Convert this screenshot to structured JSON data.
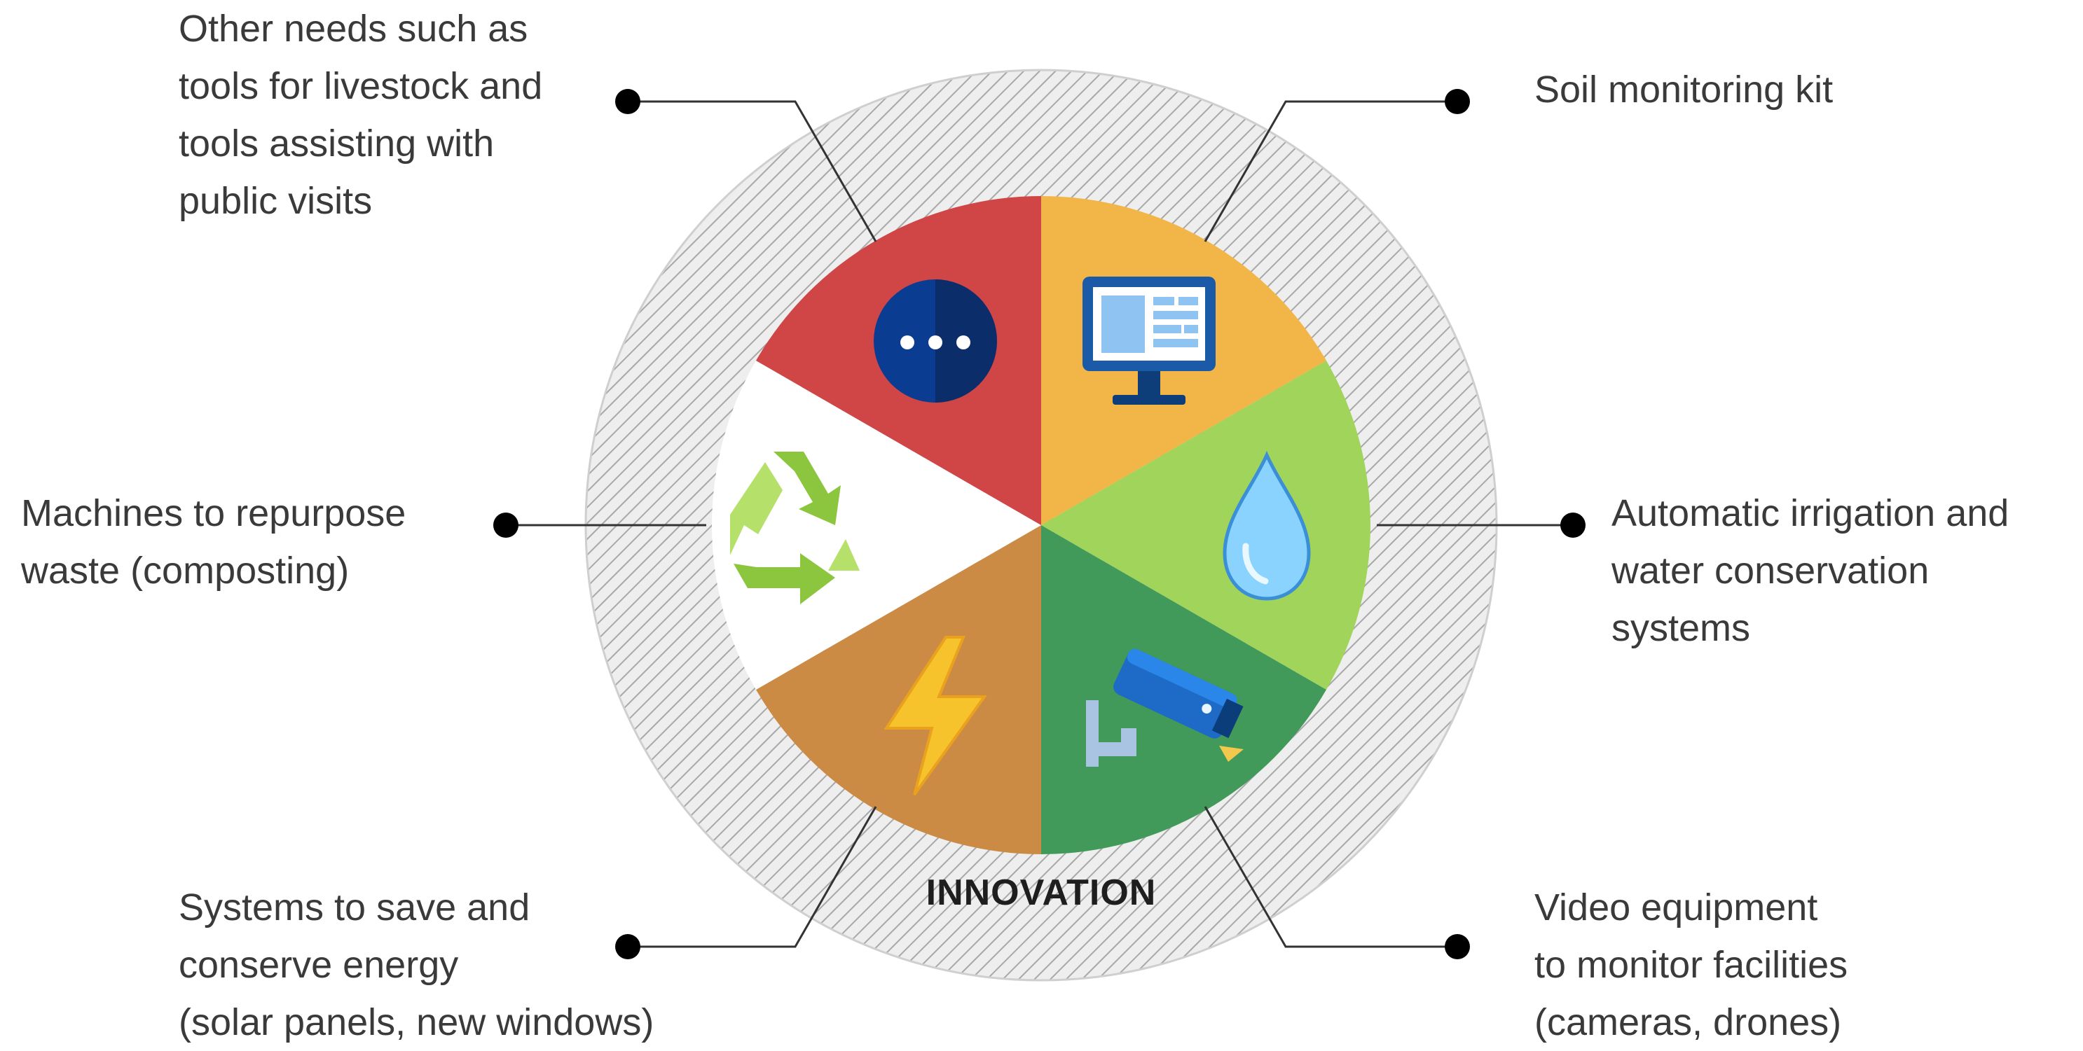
{
  "center_label": "INNOVATION",
  "segments": [
    {
      "id": "soil",
      "label": "Soil monitoring kit",
      "color": "#f2b547",
      "icon": "computer-monitor-icon"
    },
    {
      "id": "irrigation",
      "label": "Automatic irrigation and\nwater conservation\nsystems",
      "color": "#a1d45b",
      "icon": "water-drop-icon"
    },
    {
      "id": "video",
      "label": "Video equipment\nto monitor facilities\n(cameras, drones)",
      "color": "#419a5a",
      "icon": "security-camera-icon"
    },
    {
      "id": "energy",
      "label": "Systems to save and\nconserve energy\n(solar panels, new windows)",
      "color": "#cc8b45",
      "icon": "lightning-bolt-icon"
    },
    {
      "id": "waste",
      "label": "Machines to repurpose\nwaste (composting)",
      "color": "#ffffff",
      "icon": "recycle-icon"
    },
    {
      "id": "other",
      "label": " Other needs such as\ntools for livestock and\ntools assisting with\npublic visits",
      "color": "#d04545",
      "icon": "more-dots-icon"
    }
  ],
  "colors": {
    "ring_fill": "#eeeeee",
    "ring_hatch": "#a8a8a8",
    "connector": "#333333",
    "dot": "#000000",
    "text": "#3a3a3a"
  }
}
